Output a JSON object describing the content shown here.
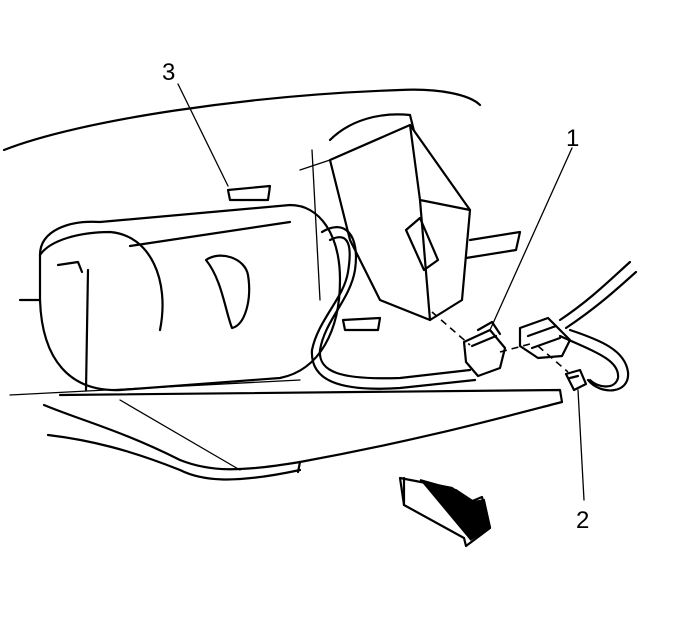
{
  "callouts": [
    {
      "id": "1",
      "text": "1"
    },
    {
      "id": "2",
      "text": "2"
    },
    {
      "id": "3",
      "text": "3"
    }
  ],
  "icons": {
    "direction_arrow": "front-direction-arrow-icon"
  }
}
